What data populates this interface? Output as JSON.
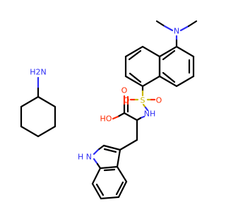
{
  "atom_labels": {
    "nh2": "H2N",
    "n_dimethyl": "N",
    "s": "S",
    "o_top": "O",
    "o_bottom": "O",
    "nh_amide": "NH",
    "o_carbonyl": "O",
    "ho": "HO",
    "nh_indole": "H N"
  },
  "colors": {
    "bond": "#000000",
    "nitrogen": "#2e2ef5",
    "oxygen": "#ff2a00",
    "sulfur": "#c9b800"
  }
}
